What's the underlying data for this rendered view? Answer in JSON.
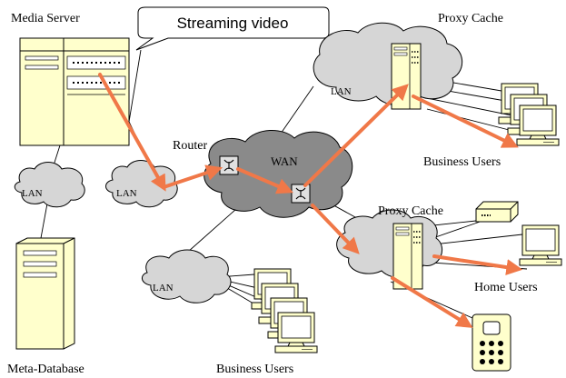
{
  "labels": {
    "media_server": "Media Server",
    "streaming_video": "Streaming video",
    "proxy_cache_top": "Proxy Cache",
    "proxy_cache_mid": "Proxy Cache",
    "router": "Router",
    "wan": "WAN",
    "lan_left": "LAN",
    "lan_center": "LAN",
    "lan_top": "LAN",
    "lan_bottom": "LAN",
    "business_users_right": "Business Users",
    "business_users_bottom": "Business Users",
    "home_users": "Home Users",
    "meta_database": "Meta-Database"
  },
  "icons": {
    "media_server": "server-icon",
    "meta_database": "database-server-icon",
    "proxy_cache": "proxy-server-icon",
    "router": "router-icon",
    "wan": "wan-cloud-icon",
    "lan": "lan-cloud-icon",
    "workstation": "workstation-icon",
    "modem": "modem-icon",
    "mobile": "mobile-phone-icon"
  },
  "colors": {
    "stream_arrow": "#f07848",
    "wan_cloud": "#8a8a8a",
    "lan_cloud": "#d6d6d6",
    "device": "#ffffcc"
  }
}
